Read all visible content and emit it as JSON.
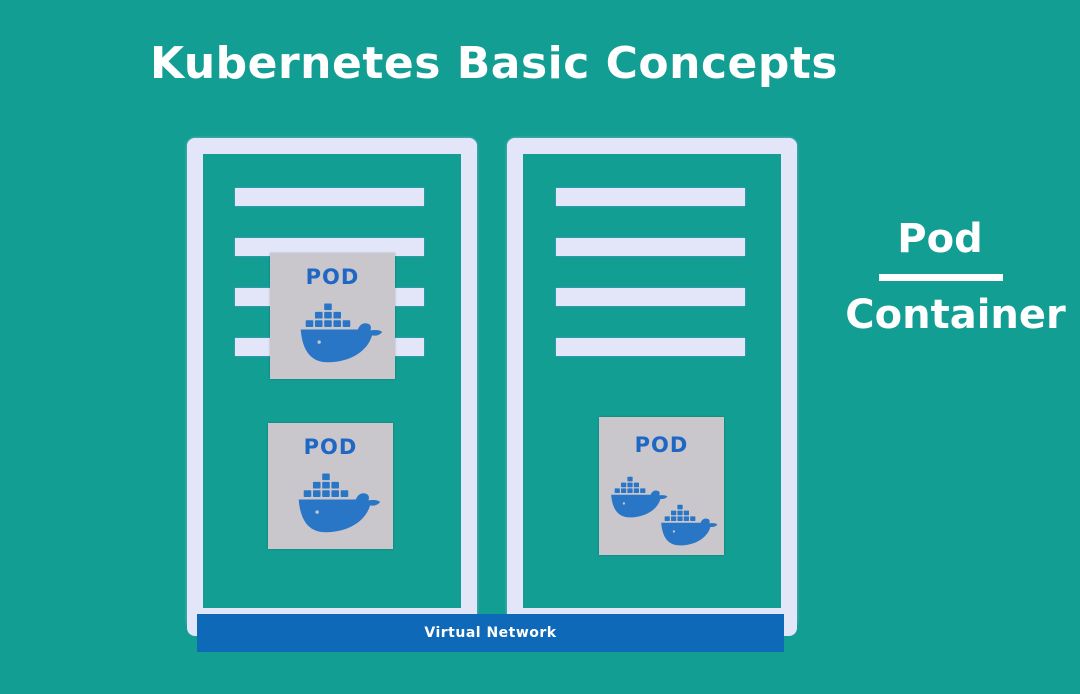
{
  "title": "Kubernetes Basic Concepts",
  "nodes": [
    {
      "pods": [
        {
          "label": "POD",
          "containers": 1
        },
        {
          "label": "POD",
          "containers": 1
        }
      ]
    },
    {
      "pods": [
        {
          "label": "POD",
          "containers": 2
        }
      ]
    }
  ],
  "network": {
    "label": "Virtual Network"
  },
  "legend": {
    "numerator": "Pod",
    "denominator": "Container"
  },
  "icons": {
    "container": "docker-whale-icon"
  },
  "colors": {
    "background": "#139e94",
    "server": "#e3e6f8",
    "pod": "#c9c7cc",
    "pod_text": "#1f67c4",
    "whale": "#2a76c6",
    "network": "#0f69b9"
  }
}
